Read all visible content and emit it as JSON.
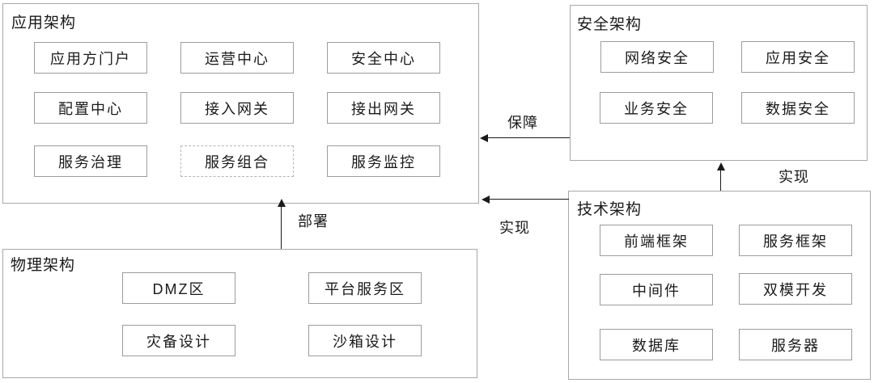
{
  "colors": {
    "background": "#ffffff",
    "container_border": "#a8a8a8",
    "item_border": "#9c9c9c",
    "dashed_item_border": "#b5b5b5",
    "arrow": "#1a1a1a",
    "text": "#1a1a1a"
  },
  "sections": {
    "application": {
      "title": "应用架构",
      "items": [
        "应用方门户",
        "运营中心",
        "安全中心",
        "配置中心",
        "接入网关",
        "接出网关",
        "服务治理",
        "服务组合",
        "服务监控"
      ]
    },
    "security": {
      "title": "安全架构",
      "items": [
        "网络安全",
        "应用安全",
        "业务安全",
        "数据安全"
      ]
    },
    "technology": {
      "title": "技术架构",
      "items": [
        "前端框架",
        "服务框架",
        "中间件",
        "双模开发",
        "数据库",
        "服务器"
      ]
    },
    "physical": {
      "title": "物理架构",
      "items": [
        "DMZ区",
        "平台服务区",
        "灾备设计",
        "沙箱设计"
      ]
    }
  },
  "arrows": {
    "guarantee": {
      "label": "保障"
    },
    "realize_to_app": {
      "label": "实现"
    },
    "realize_to_security": {
      "label": "实现"
    },
    "deploy": {
      "label": "部署"
    }
  }
}
